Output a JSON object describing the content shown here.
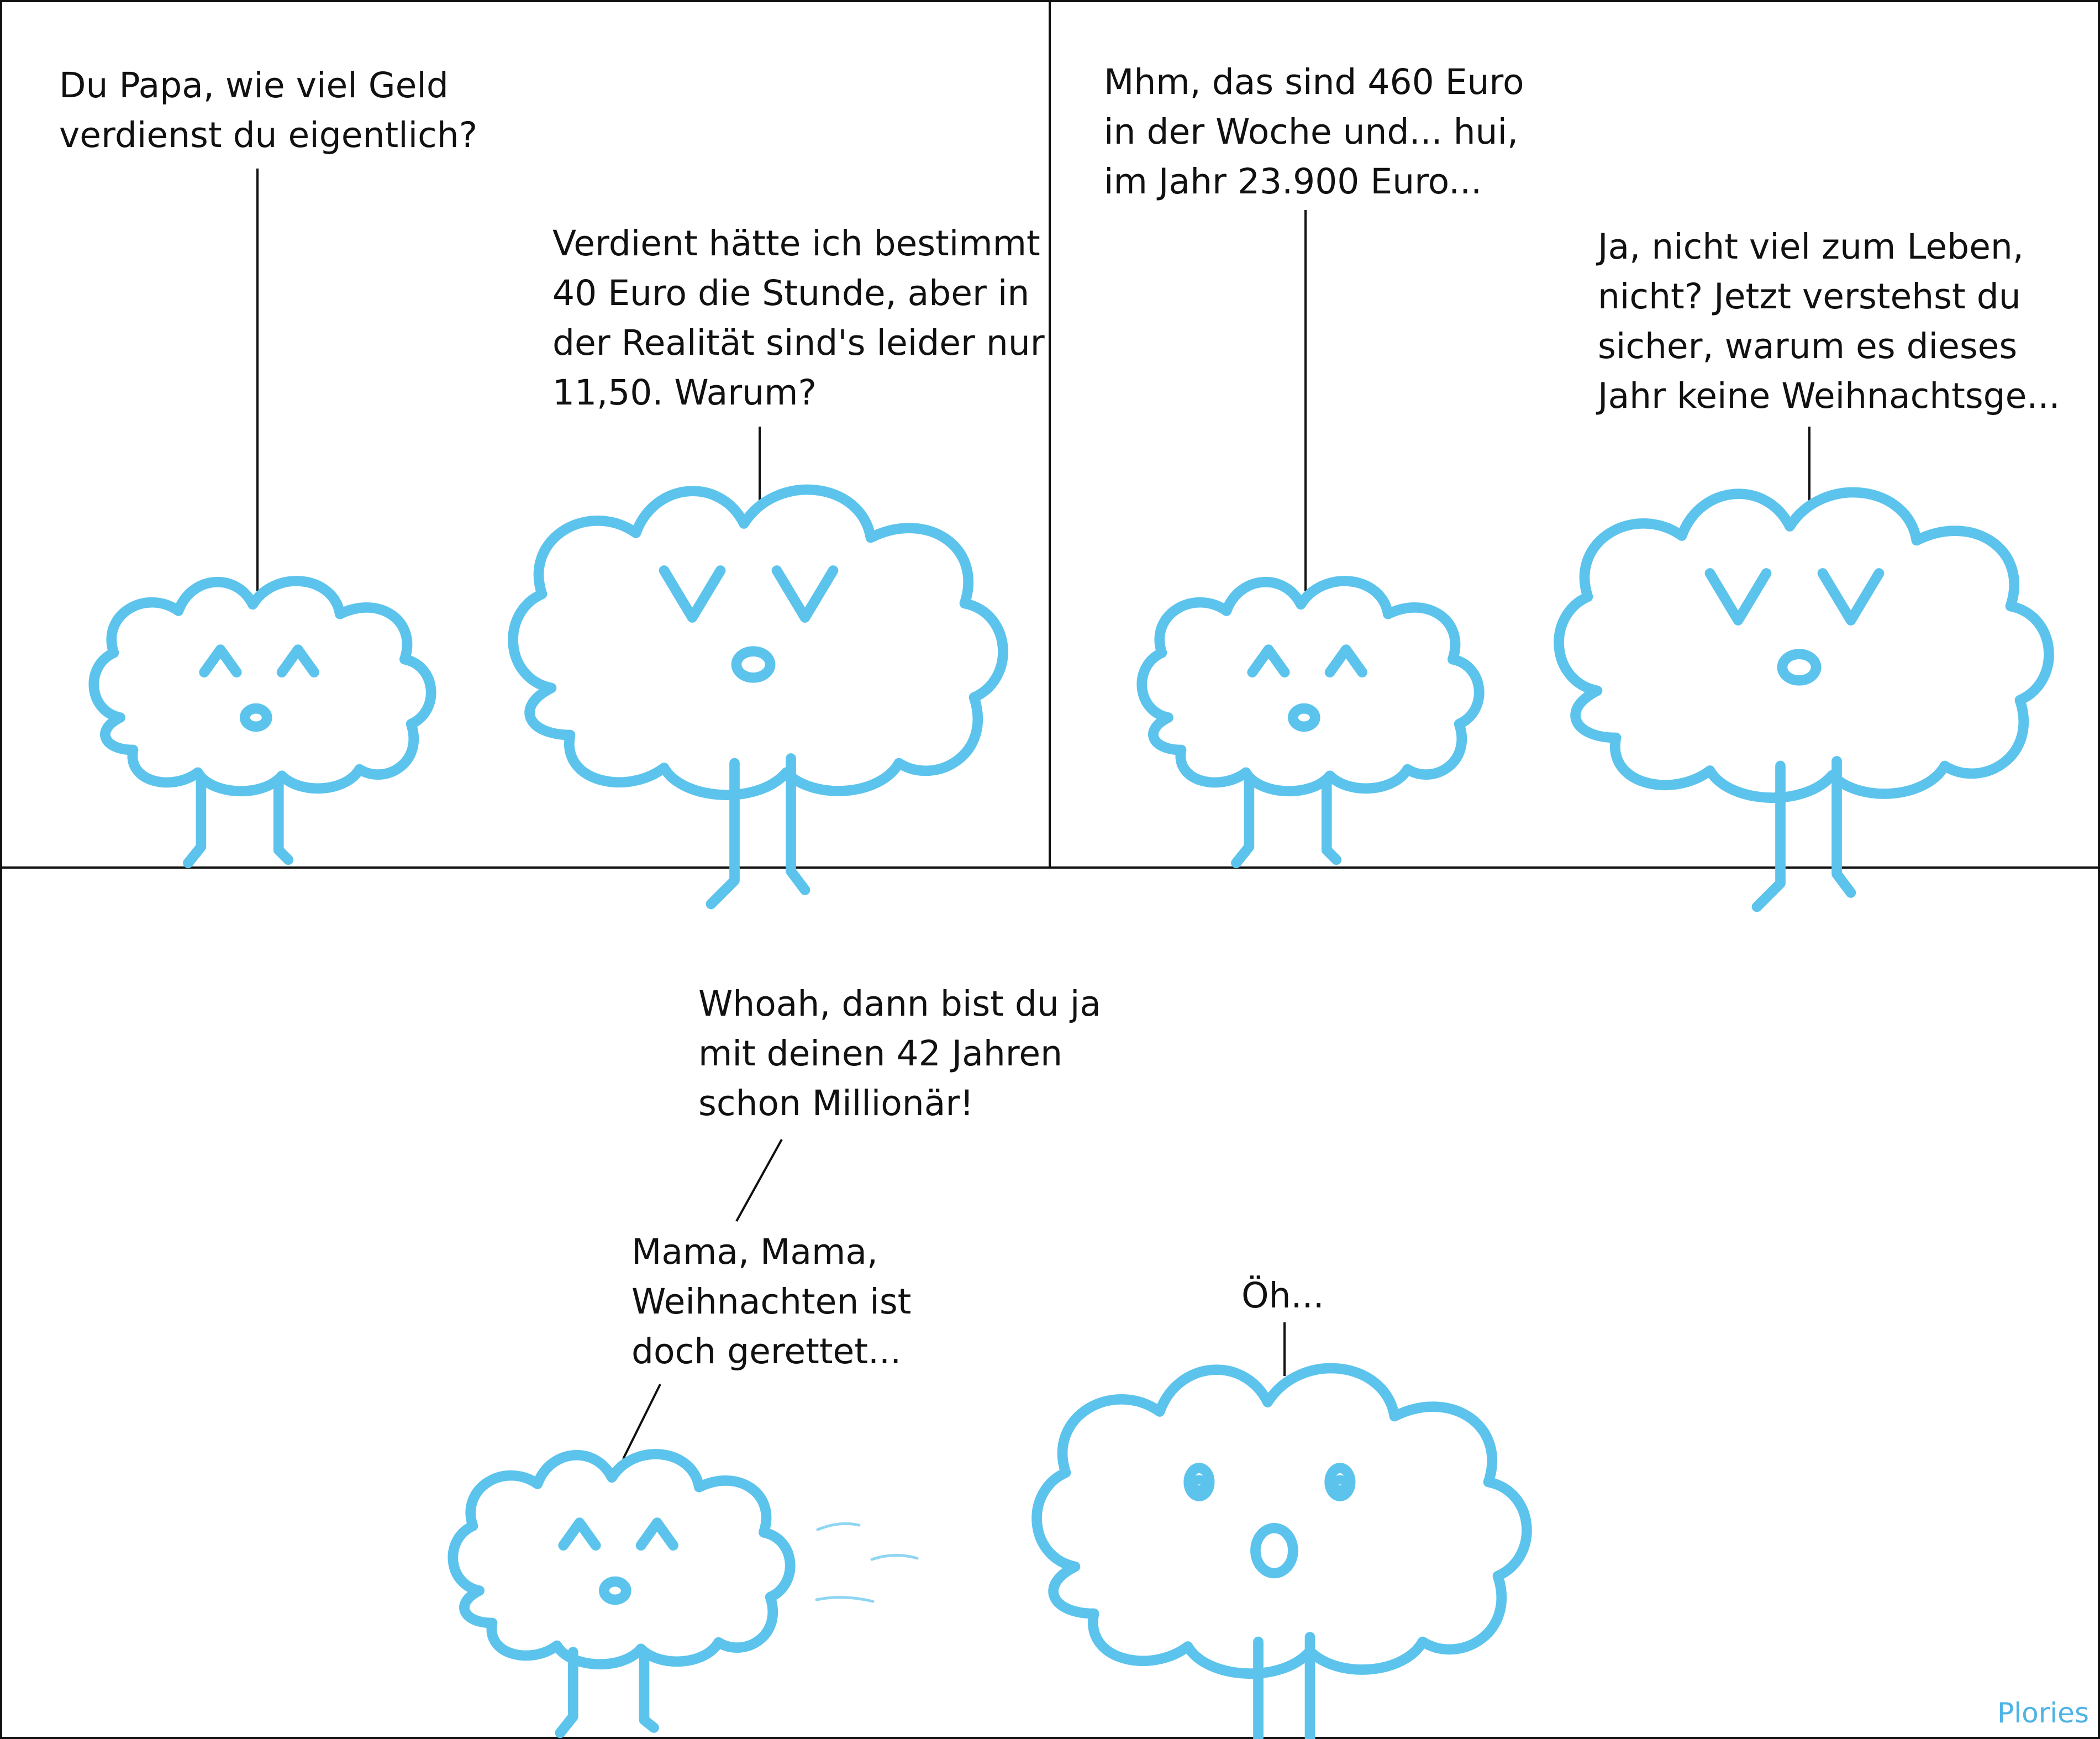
{
  "colors": {
    "cloud": "#5cc4ec",
    "ink": "#111111",
    "frame": "#111111",
    "watermark": "#4fb3e6"
  },
  "panel1": {
    "child_line": "Du Papa, wie viel Geld\nverdienst du eigentlich?",
    "father_line": "Verdient hätte ich bestimmt\n40 Euro die Stunde, aber in\nder Realität sind's leider nur\n11,50. Warum?"
  },
  "panel2": {
    "child_line": "Mhm, das sind 460 Euro\nin der Woche und... hui,\nim Jahr 23.900 Euro...",
    "father_line": "Ja, nicht viel zum Leben,\nnicht? Jetzt verstehst du\nsicher, warum es dieses\nJahr keine Weihnachtsge..."
  },
  "panel3": {
    "child_line_1": "Whoah, dann bist du ja\nmit deinen 42 Jahren\nschon Millionär!",
    "child_line_2": "Mama, Mama,\nWeihnachten ist\ndoch gerettet...",
    "father_line": "Öh..."
  },
  "watermark": "Plories"
}
